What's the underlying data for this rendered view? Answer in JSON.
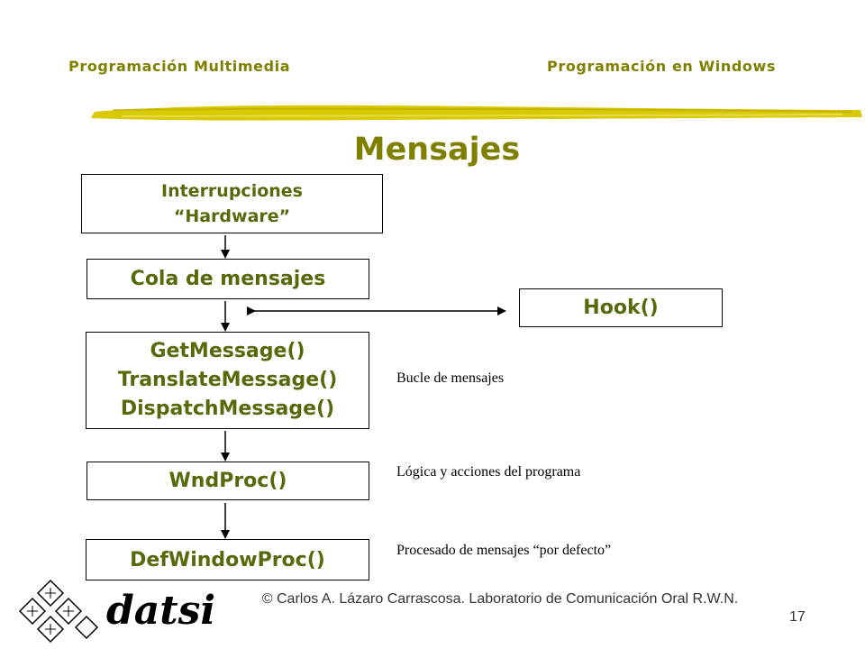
{
  "header": {
    "left": "Programación  Multimedia",
    "right": "Programación  en  Windows"
  },
  "title": "Mensajes",
  "boxes": {
    "hardware": [
      "Interrupciones",
      "“Hardware”"
    ],
    "cola": "Cola de mensajes",
    "hook": "Hook()",
    "loop": [
      "GetMessage()",
      "TranslateMessage()",
      "DispatchMessage()"
    ],
    "wndproc": "WndProc()",
    "defwindowproc": "DefWindowProc()"
  },
  "notes": {
    "loop": "Bucle de mensajes",
    "wndproc": "Lógica y acciones del programa",
    "defwindowproc": "Procesado de mensajes “por defecto”"
  },
  "footer": {
    "copyright": "© Carlos A. Lázaro Carrascosa. Laboratorio de Comunicación Oral R.W.N.",
    "page_number": "17",
    "logo_text": "datsi"
  },
  "colors": {
    "accent": "#808000",
    "box_text": "#556b0b",
    "brush": "#d8c900"
  }
}
